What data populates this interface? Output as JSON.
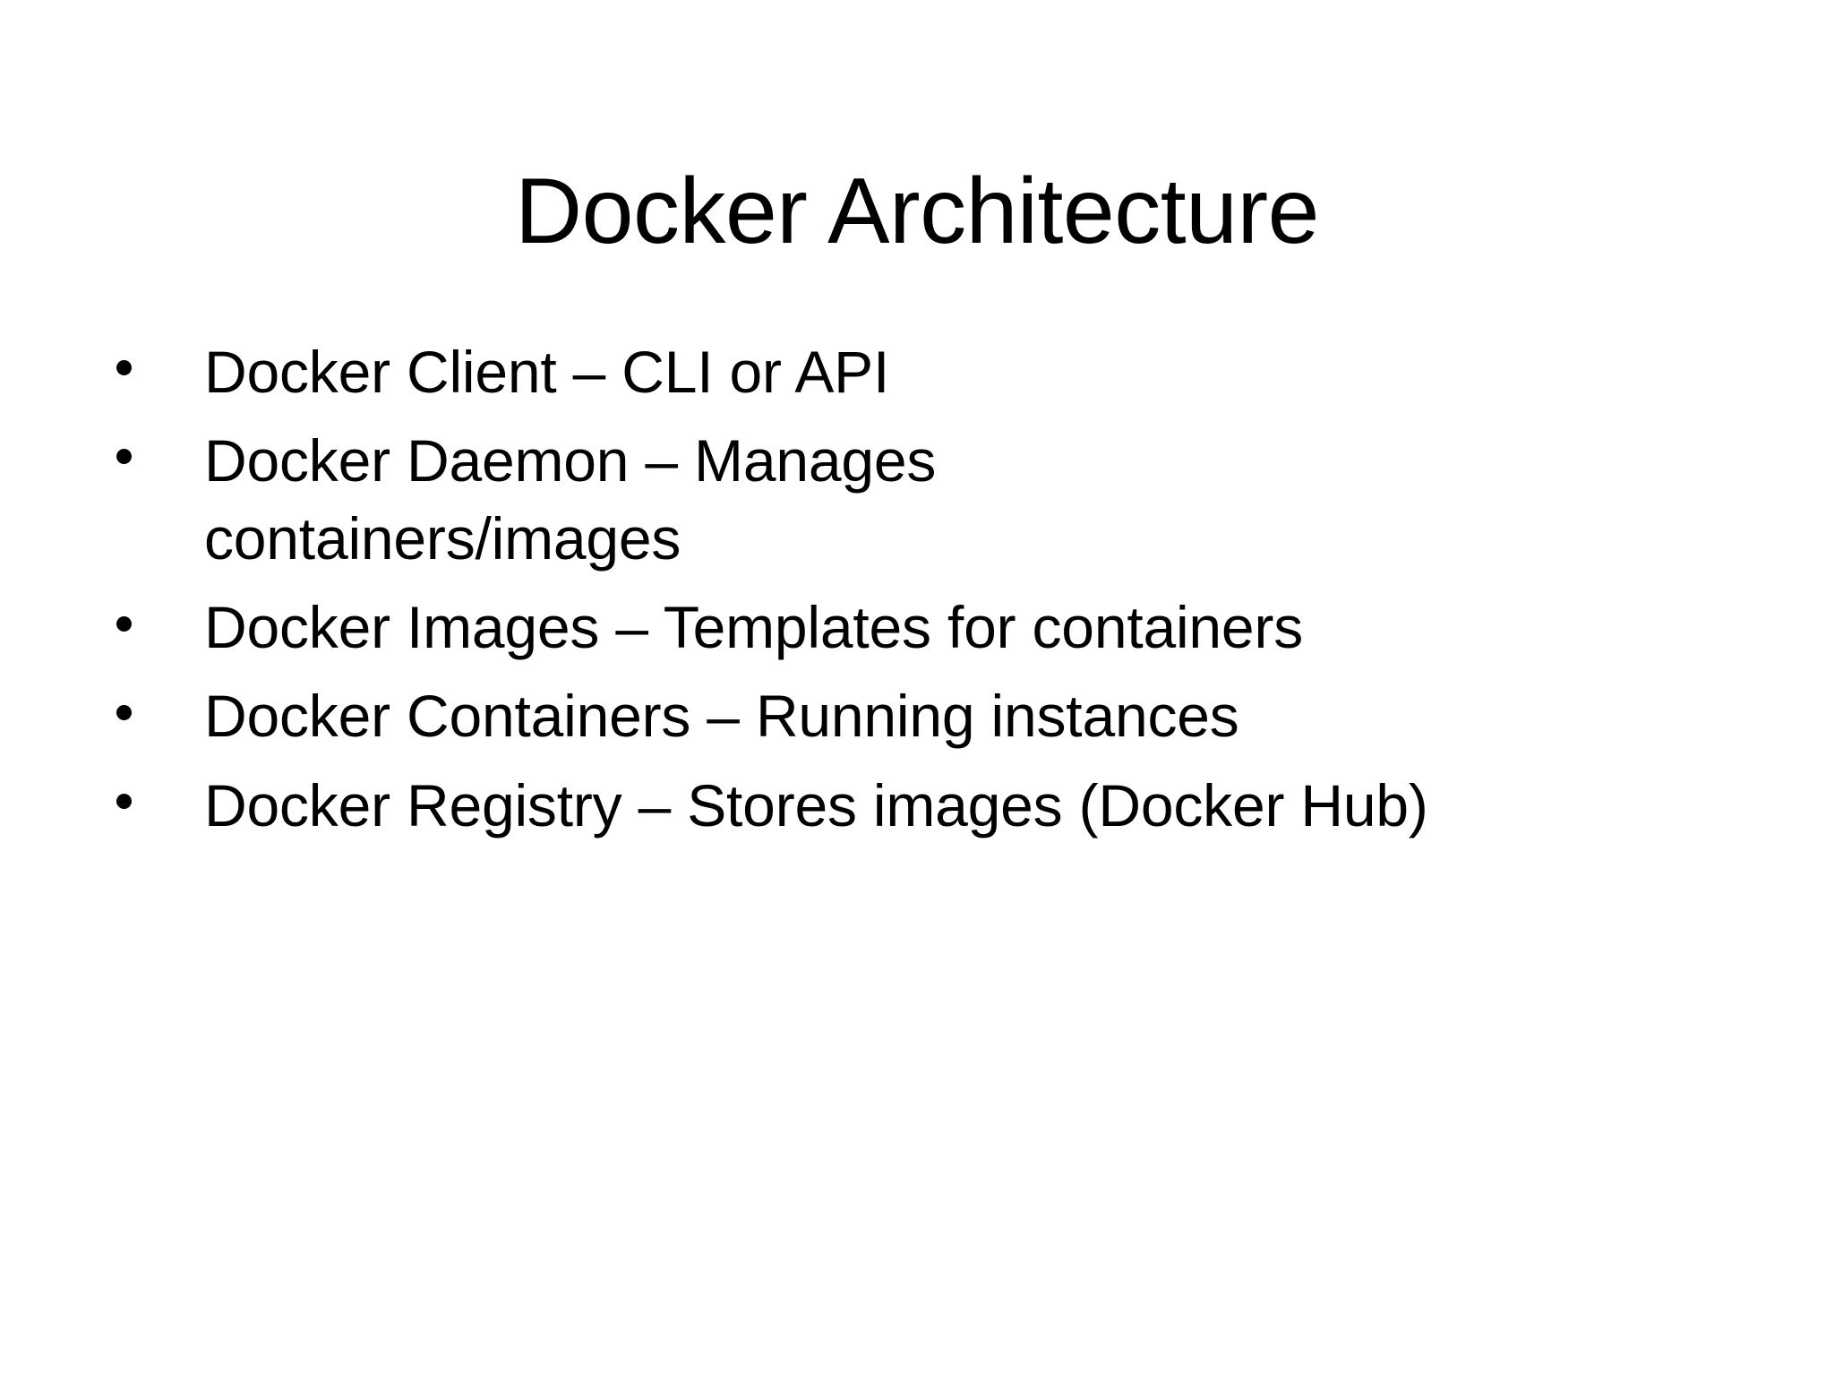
{
  "slide": {
    "background_color": "#ffffff",
    "text_color": "#000000",
    "title": "Docker Architecture",
    "bullet_glyph": "•",
    "bullets": [
      {
        "text": "Docker Client – CLI or API"
      },
      {
        "text": "Docker Daemon – Manages containers/images"
      },
      {
        "text": "Docker Images – Templates for containers"
      },
      {
        "text": "Docker Containers – Running instances"
      },
      {
        "text": "Docker Registry – Stores images (Docker Hub)"
      }
    ]
  }
}
